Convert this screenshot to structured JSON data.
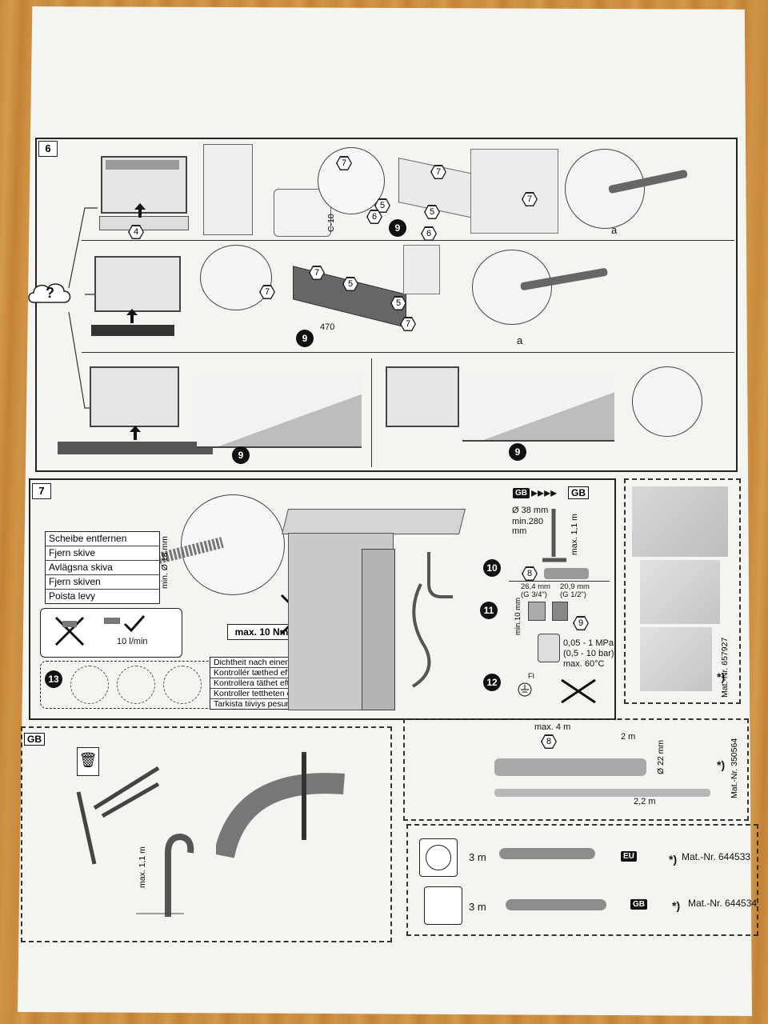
{
  "steps": {
    "s6": "6",
    "s7": "7",
    "gb_box": "GB"
  },
  "section6": {
    "q": "?",
    "part4": "4",
    "part5a": "5",
    "part5b": "5",
    "part6a": "6",
    "part6b": "6",
    "part7a": "7",
    "part7b": "7",
    "part7c": "7",
    "part9": "9",
    "c10": "C-10",
    "dim_a1": "a",
    "row2_part7a": "7",
    "row2_part7b": "7",
    "row2_part7c": "7",
    "row2_part5a": "5",
    "row2_part5b": "5",
    "row2_470": "470",
    "row2_part9": "9",
    "row2_dim_a": "a",
    "row3_part9a": "9",
    "row3_part9b": "9"
  },
  "section7": {
    "gb_from": "GB",
    "arrows": "▸▸▸▸",
    "gb_to": "GB",
    "lang_labels": [
      "Scheibe entfernen",
      "Fjern skive",
      "Avlägsna skiva",
      "Fjern skiven",
      "Poista levy"
    ],
    "hose_dia": "min. Ø 18 mm",
    "flow": "10 l/min",
    "torque": "max. 10 Nm",
    "step10": "10",
    "step11": "11",
    "step12": "12",
    "step13": "13",
    "drain_dia": "Ø 38 mm",
    "drain_min": "min.280",
    "drain_mm": "mm",
    "drain_max": "max. 1,1 m",
    "part8": "8",
    "thread1": "26,4 mm",
    "thread1b": "(G 3/4\")",
    "thread2": "20,9 mm",
    "thread2b": "(G 1/2\")",
    "min10": "min.10 mm",
    "part9": "9",
    "pressure1": "0,05 - 1 MPa",
    "pressure2": "(0,5 - 10 bar)",
    "pressure3": "max. 60°C",
    "fi": "FI",
    "check_labels": [
      "Dichtheit nach einem Spülgang prüfen",
      "Kontrollér tæthed efter en vask",
      "Kontrollera täthet efter en diskning",
      "Kontroller tettheten etter en vaskeomgang",
      "Tarkista tiiviys pesun jälkeen"
    ],
    "mat_side": "Mat.-Nr. 657927",
    "asterisk": "*)"
  },
  "bottom": {
    "max11": "max. 1,1 m",
    "max4": "max. 4 m",
    "part8": "8",
    "len2m": "2 m",
    "len22m": "2,2 m",
    "dia22": "Ø 22 mm",
    "mat_hose": "Mat.-Nr. 350564",
    "asterisk": "*)",
    "cable_len1": "3 m",
    "eu": "EU",
    "mat_eu": "Mat.-Nr. 644533",
    "cable_len2": "3 m",
    "gb": "GB",
    "mat_gb": "Mat.-Nr. 644534"
  }
}
